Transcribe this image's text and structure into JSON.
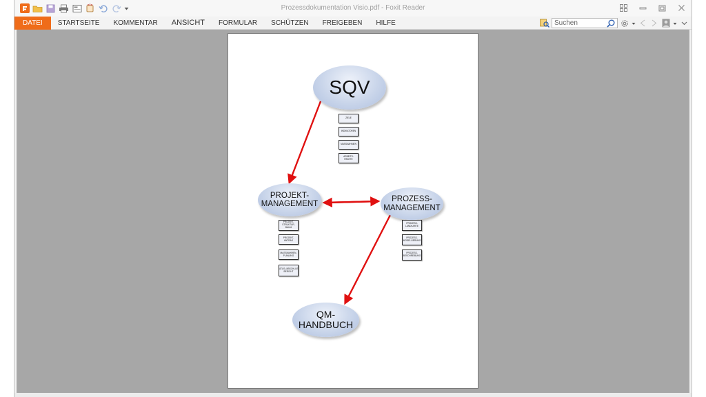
{
  "app": {
    "title": "Prozessdokumentation Visio.pdf - Foxit Reader",
    "quick_access_icons": [
      "foxit-logo-icon",
      "open-folder-icon",
      "save-icon",
      "print-icon",
      "properties-icon",
      "hand-icon",
      "undo-icon",
      "redo-icon",
      "customize-dropdown-icon"
    ]
  },
  "menu": {
    "items": [
      {
        "label": "DATEI",
        "active": true
      },
      {
        "label": "STARTSEITE"
      },
      {
        "label": "KOMMENTAR"
      },
      {
        "label": "ANSICHT"
      },
      {
        "label": "FORMULAR"
      },
      {
        "label": "SCHÜTZEN"
      },
      {
        "label": "FREIGEBEN"
      },
      {
        "label": "HILFE"
      }
    ],
    "search_placeholder": "Suchen",
    "accent_color": "#ef6c1a"
  },
  "diagram": {
    "nodes": {
      "sqv": "SQV",
      "pm": "PROJEKT-\nMANAGEMENT",
      "prm": "PROZESS-\nMANAGEMENT",
      "qm": "QM-\nHANDBUCH"
    },
    "sqv_boxes": [
      "ZIELE",
      "INDIKATOREN",
      "MASSNAHMEN",
      "ARBEITS-PAKETE"
    ],
    "pm_boxes": [
      "PROJEKT-STRUKTUR-BAUM",
      "PROJEKT-ANTRAG",
      "MASSNAHMEN-PLANUNG",
      "STATUS-/ABSCHLUSS-BERICHT"
    ],
    "prm_boxes": [
      "PROZESS-LANDKARTE",
      "PROZESS-MODELLIERUNG",
      "PROZESS-BESCHREIBUNG"
    ],
    "arrow_color": "#e01010"
  }
}
